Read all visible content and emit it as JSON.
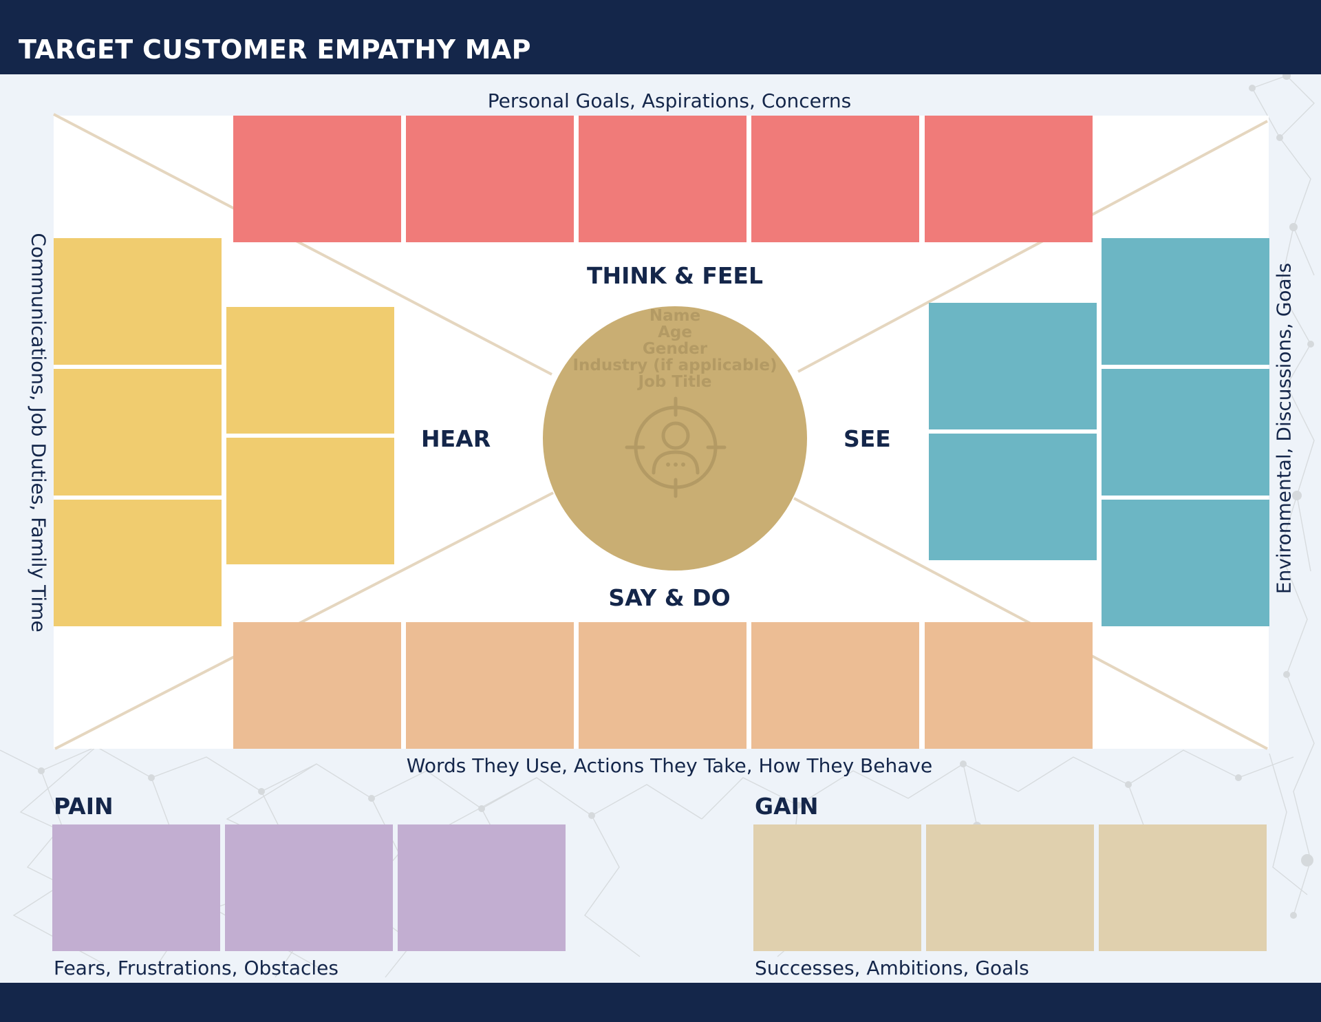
{
  "header": {
    "title": "TARGET CUSTOMER EMPATHY MAP"
  },
  "map": {
    "top_caption": "Personal Goals, Aspirations, Concerns",
    "bottom_caption": "Words They Use, Actions They Take, How They Behave",
    "left_caption": "Communications, Job Duties, Family Time",
    "right_caption": "Environmental, Discussions, Goals",
    "quadrants": {
      "think_feel": "THINK & FEEL",
      "hear": "HEAR",
      "see": "SEE",
      "say_do": "SAY & DO"
    },
    "persona": {
      "fields": [
        "Name",
        "Age",
        "Gender",
        "Industry (if applicable)",
        "Job Title"
      ],
      "icon": "person-target-icon"
    }
  },
  "pain": {
    "label": "PAIN",
    "caption": "Fears, Frustrations, Obstacles"
  },
  "gain": {
    "label": "GAIN",
    "caption": "Successes, Ambitions, Goals"
  },
  "colors": {
    "navy": "#14264a",
    "think_feel_notes": "#f07b79",
    "hear_notes": "#f0cc6f",
    "see_notes": "#6cb6c4",
    "say_do_notes": "#ecbd94",
    "pain_notes": "#c2aed1",
    "gain_notes": "#e0d0ae",
    "persona_circle": "#c9ae73"
  }
}
